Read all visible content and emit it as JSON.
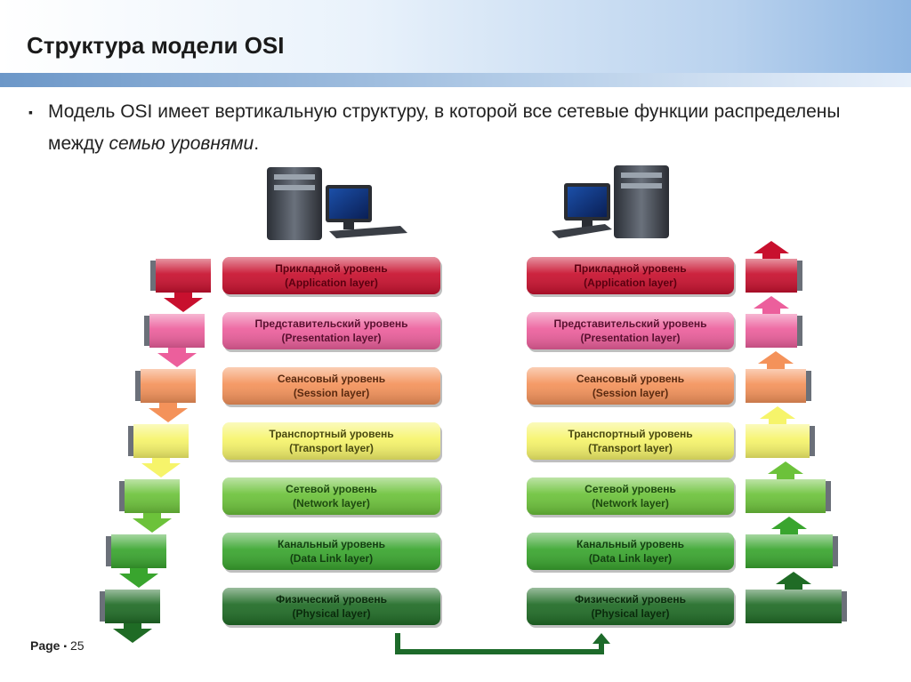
{
  "slide": {
    "title": "Структура модели OSI",
    "bullet_mark": "▪",
    "bullet_text_plain": "Модель OSI имеет вертикальную структуру, в которой все сетевые функции распределены между ",
    "bullet_text_emphasis": "семью уровнями",
    "bullet_text_end": "."
  },
  "footer": {
    "page_label": "Page",
    "separator": "▪",
    "page_number": "25"
  },
  "diagram": {
    "left_computer_icon": "desktop-computer-icon",
    "right_computer_icon": "desktop-computer-icon",
    "layers": [
      {
        "name_ru": "Прикладной уровень",
        "name_en": "(Application layer)",
        "color": "#c8102e",
        "text_color": "#5a0010"
      },
      {
        "name_ru": "Представительский уровень",
        "name_en": "(Presentation layer)",
        "color": "#ec5f9c",
        "text_color": "#5a1030"
      },
      {
        "name_ru": "Сеансовый уровень",
        "name_en": "(Session layer)",
        "color": "#f4925a",
        "text_color": "#5a2a10"
      },
      {
        "name_ru": "Транспортный уровень",
        "name_en": "(Transport layer)",
        "color": "#f6f46a",
        "text_color": "#4a4a10"
      },
      {
        "name_ru": "Сетевой уровень",
        "name_en": "(Network layer)",
        "color": "#6cc23a",
        "text_color": "#1e4a10"
      },
      {
        "name_ru": "Канальный уровень",
        "name_en": "(Data Link layer)",
        "color": "#39a52e",
        "text_color": "#123f10"
      },
      {
        "name_ru": "Физический уровень",
        "name_en": "(Physical layer)",
        "color": "#1f6b25",
        "text_color": "#0a2a0c"
      }
    ]
  }
}
